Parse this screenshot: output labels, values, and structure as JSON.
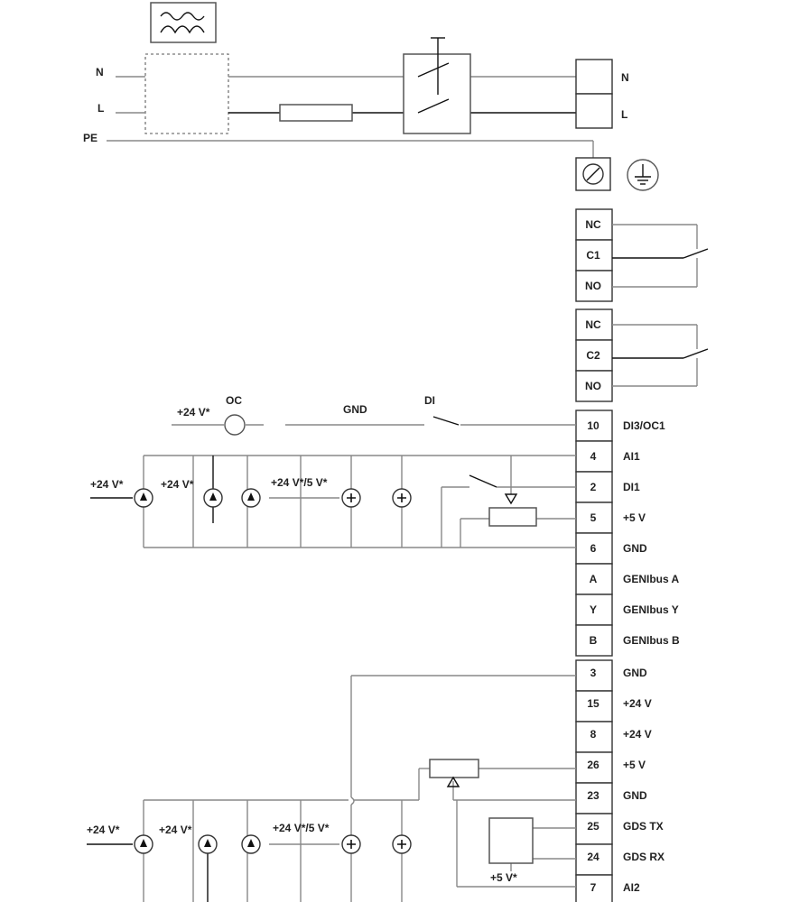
{
  "mains": {
    "n": "N",
    "l": "L",
    "pe": "PE"
  },
  "mains_terminals": [
    "N",
    "L"
  ],
  "relays": [
    {
      "terminals": [
        "NC",
        "C1",
        "NO"
      ]
    },
    {
      "terminals": [
        "NC",
        "C2",
        "NO"
      ]
    }
  ],
  "block1": {
    "numbers": [
      "10",
      "4",
      "2",
      "5",
      "6",
      "A",
      "Y",
      "B"
    ],
    "names": [
      "DI3/OC1",
      "AI1",
      "DI1",
      "+5 V",
      "GND",
      "GENIbus A",
      "GENIbus Y",
      "GENIbus B"
    ]
  },
  "block2": {
    "numbers": [
      "3",
      "15",
      "8",
      "26",
      "23",
      "25",
      "24",
      "7"
    ],
    "names": [
      "GND",
      "+24 V",
      "+24 V",
      "+5 V",
      "GND",
      "GDS TX",
      "GDS RX",
      "AI2"
    ]
  },
  "labels": {
    "oc_supply": "+24 V*",
    "oc": "OC",
    "gnd": "GND",
    "di": "DI",
    "sensor_24v": "+24 V*",
    "sensor_24v_5v": "+24 V*/5 V*",
    "gds_5v": "+5 V*"
  }
}
